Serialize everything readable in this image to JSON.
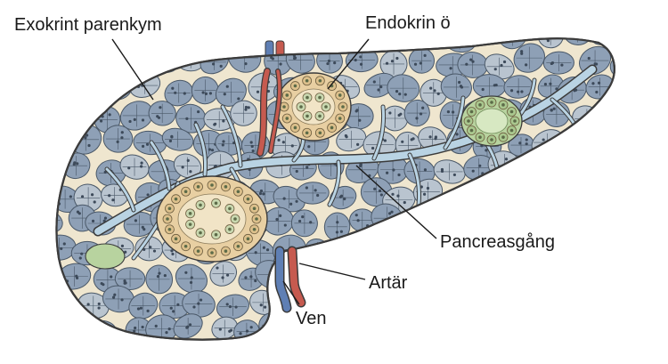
{
  "labels": {
    "exocrine": "Exokrint parenkym",
    "islet": "Endokrin ö",
    "duct": "Pancreasgång",
    "artery": "Artär",
    "vein": "Ven"
  },
  "colors": {
    "organ_fill": "#efe6cf",
    "outline": "#3b3b3b",
    "lobule": "#8ea0b6",
    "lobule_light": "#b9c4cf",
    "duct": "#b9d3e3",
    "islet_tan": "#e8cfa2",
    "islet_green": "#b8d39f",
    "artery": "#c65a4f",
    "vein": "#5f7fb4"
  }
}
